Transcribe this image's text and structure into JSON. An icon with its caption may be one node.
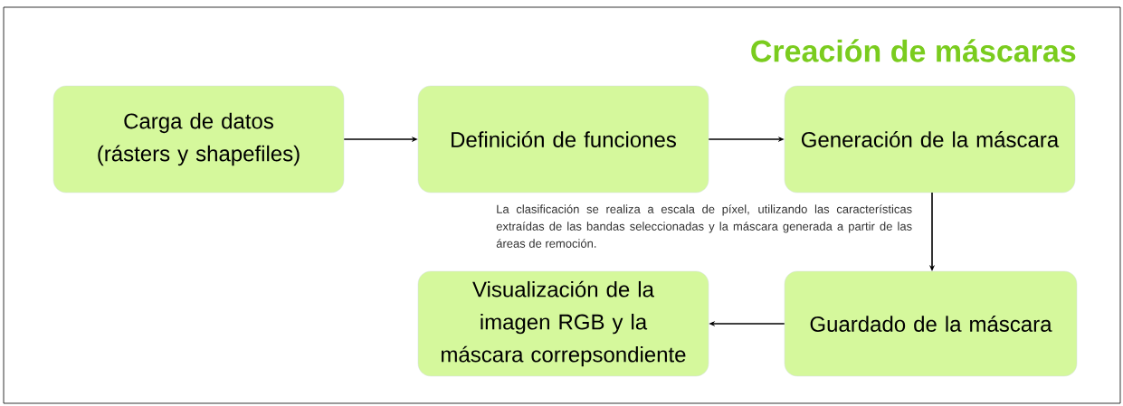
{
  "diagram": {
    "title": "Creación de máscaras",
    "nodes": [
      {
        "text": [
          "Carga de datos (rásters y shapefiles)"
        ]
      },
      {
        "text": [
          "Definición de funciones"
        ]
      },
      {
        "text": [
          "Generación de la máscara"
        ]
      },
      {
        "text": [
          "Guardado de la máscara"
        ]
      },
      {
        "text": [
          "Visualización de la imagen RGB y la máscara correpsondiente"
        ]
      }
    ],
    "edges": [
      {
        "from": 0,
        "to": 1,
        "arrow": "to"
      },
      {
        "from": 1,
        "to": 2,
        "arrow": "to"
      },
      {
        "from": 2,
        "to": 3,
        "arrow": "to"
      },
      {
        "from": 3,
        "to": 4,
        "arrow": "to"
      }
    ],
    "labels": [
      "La clasificación se realiza a escala de píxel, utilizando las características extraídas de las bandas seleccionadas y la máscara generada a partir de las áreas de remoción."
    ]
  }
}
